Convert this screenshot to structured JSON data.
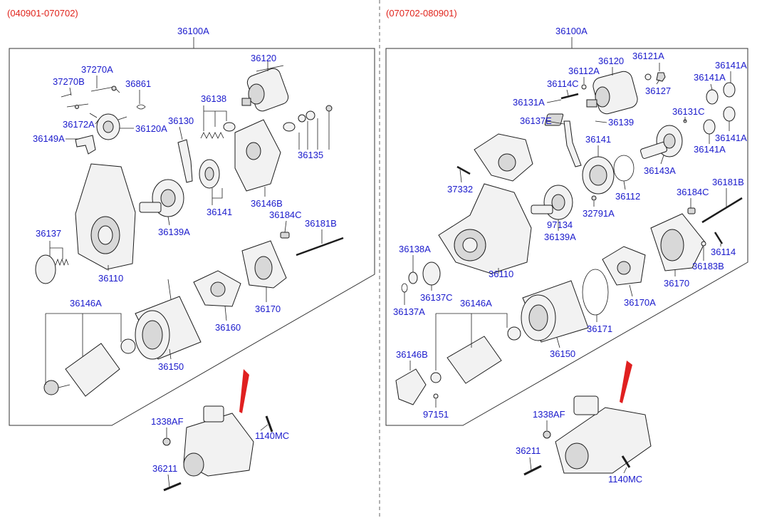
{
  "left": {
    "range": "(040901-070702)",
    "assembly": "36100A",
    "labels": {
      "l36120": "36120",
      "l37270A": "37270A",
      "l37270B": "37270B",
      "l36861": "36861",
      "l36172A": "36172A",
      "l36120A": "36120A",
      "l36149A": "36149A",
      "l36138": "36138",
      "l36130": "36130",
      "l36135": "36135",
      "l36141": "36141",
      "l36146B": "36146B",
      "l36139A": "36139A",
      "l36184C": "36184C",
      "l36181B": "36181B",
      "l36137": "36137",
      "l36110": "36110",
      "l36146A": "36146A",
      "l36170": "36170",
      "l36160": "36160",
      "l36150": "36150",
      "l1338AF": "1338AF",
      "l1140MC": "1140MC",
      "l36211": "36211"
    }
  },
  "right": {
    "range": "(070702-080901)",
    "assembly": "36100A",
    "labels": {
      "r36120": "36120",
      "r36121A": "36121A",
      "r36141A_1": "36141A",
      "r36112A": "36112A",
      "r36141A_2": "36141A",
      "r36114C": "36114C",
      "r36127": "36127",
      "r36131A": "36131A",
      "r36137E": "36137E",
      "r36139": "36139",
      "r36131C": "36131C",
      "r36141A_3": "36141A",
      "r36141": "36141",
      "r36141A_4": "36141A",
      "r37332": "37332",
      "r36143A": "36143A",
      "r36112": "36112",
      "r36184C": "36184C",
      "r36181B": "36181B",
      "r32791A": "32791A",
      "r97134": "97134",
      "r36139A": "36139A",
      "r36138A": "36138A",
      "r36110": "36110",
      "r36114": "36114",
      "r36183B": "36183B",
      "r36170": "36170",
      "r36137C": "36137C",
      "r36146A": "36146A",
      "r36170A": "36170A",
      "r36137A": "36137A",
      "r36171": "36171",
      "r36146B": "36146B",
      "r36150": "36150",
      "r97151": "97151",
      "r1338AF": "1338AF",
      "r36211": "36211",
      "r1140MC": "1140MC"
    }
  }
}
